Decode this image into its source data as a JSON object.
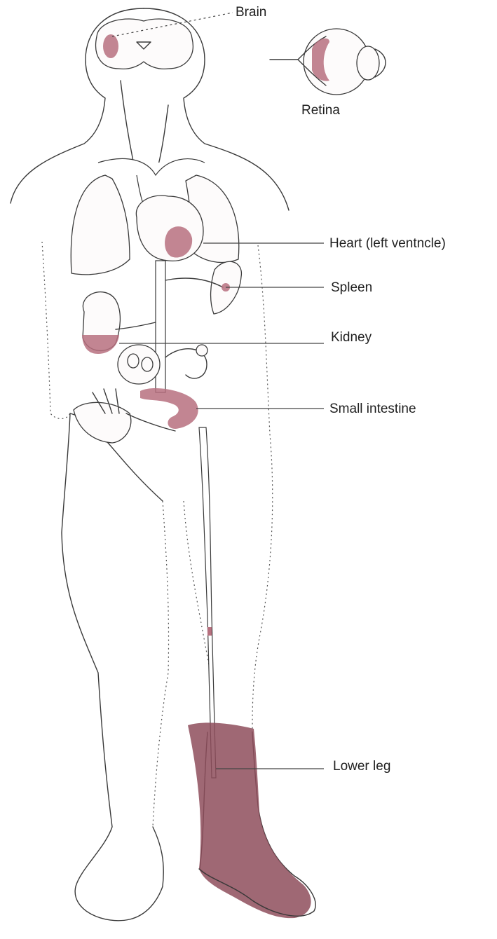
{
  "colors": {
    "background": "#ffffff",
    "line": "#3a3a3a",
    "infarct": "#b7707f",
    "gangrene": "#8e4e5c"
  },
  "labels": {
    "brain": "Brain",
    "retina": "Retina",
    "heart": "Heart (left ventncle)",
    "spleen": "Spleen",
    "kidney": "Kidney",
    "small_intestine": "Small intestine",
    "lower_leg": "Lower leg"
  }
}
